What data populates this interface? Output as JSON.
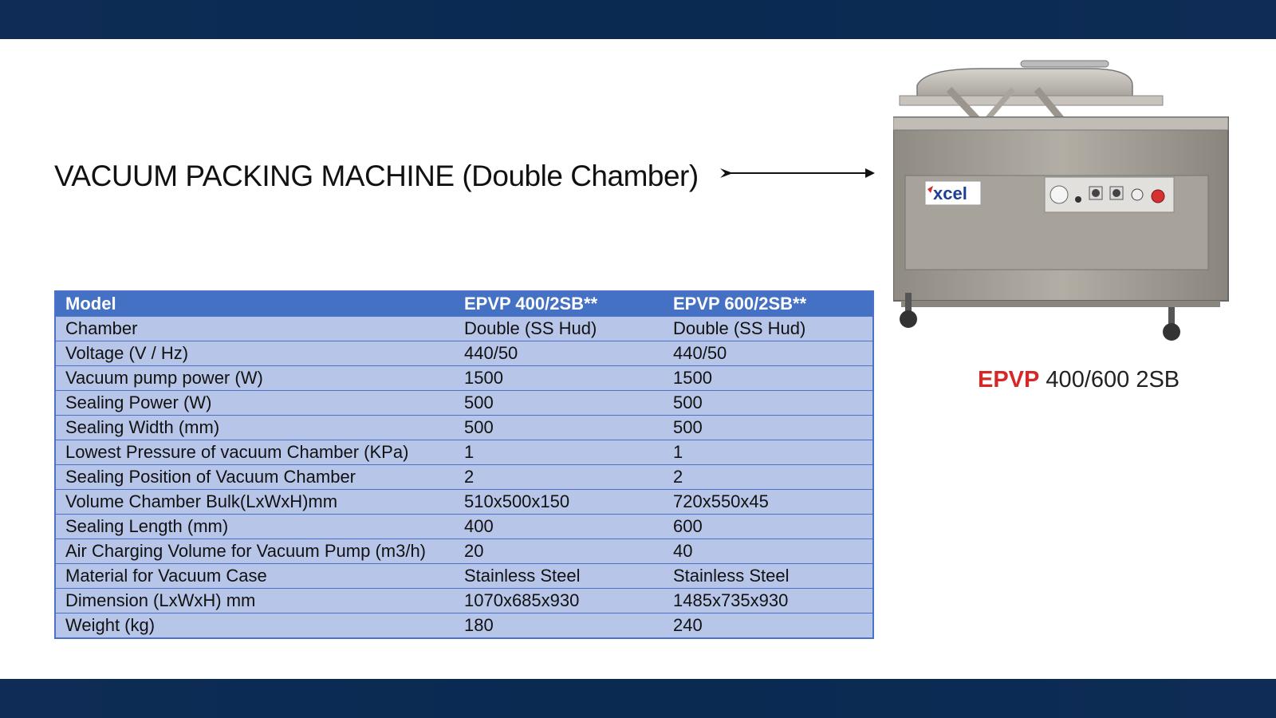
{
  "title": "VACUUM PACKING MACHINE (Double Chamber)",
  "logo_text": "xcel",
  "caption": {
    "brand": "EPVP",
    "model": " 400/600 2SB"
  },
  "colors": {
    "band": "#0a2a52",
    "header": "#4471c4",
    "row": "#b7c6e8",
    "accent": "#d62828"
  },
  "icons": {
    "arrow": "arrow-right-icon"
  },
  "table": {
    "header": [
      "Model",
      "EPVP 400/2SB**",
      "EPVP 600/2SB**"
    ],
    "rows": [
      [
        "Chamber",
        "Double (SS Hud)",
        "Double (SS Hud)"
      ],
      [
        "Voltage (V / Hz)",
        "440/50",
        "440/50"
      ],
      [
        "Vacuum pump power (W)",
        "1500",
        "1500"
      ],
      [
        "Sealing Power (W)",
        "500",
        "500"
      ],
      [
        "Sealing Width (mm)",
        "500",
        "500"
      ],
      [
        "Lowest Pressure of vacuum Chamber (KPa)",
        "1",
        "1"
      ],
      [
        "Sealing Position of Vacuum Chamber",
        "2",
        "2"
      ],
      [
        "Volume Chamber Bulk(LxWxH)mm",
        "510x500x150",
        "720x550x45"
      ],
      [
        "Sealing Length (mm)",
        "400",
        "600"
      ],
      [
        "Air Charging Volume for Vacuum Pump (m3/h)",
        "20",
        "40"
      ],
      [
        "Material for Vacuum Case",
        "Stainless Steel",
        "Stainless Steel"
      ],
      [
        "Dimension (LxWxH) mm",
        "1070x685x930",
        "1485x735x930"
      ],
      [
        "Weight (kg)",
        "180",
        "240"
      ]
    ]
  }
}
